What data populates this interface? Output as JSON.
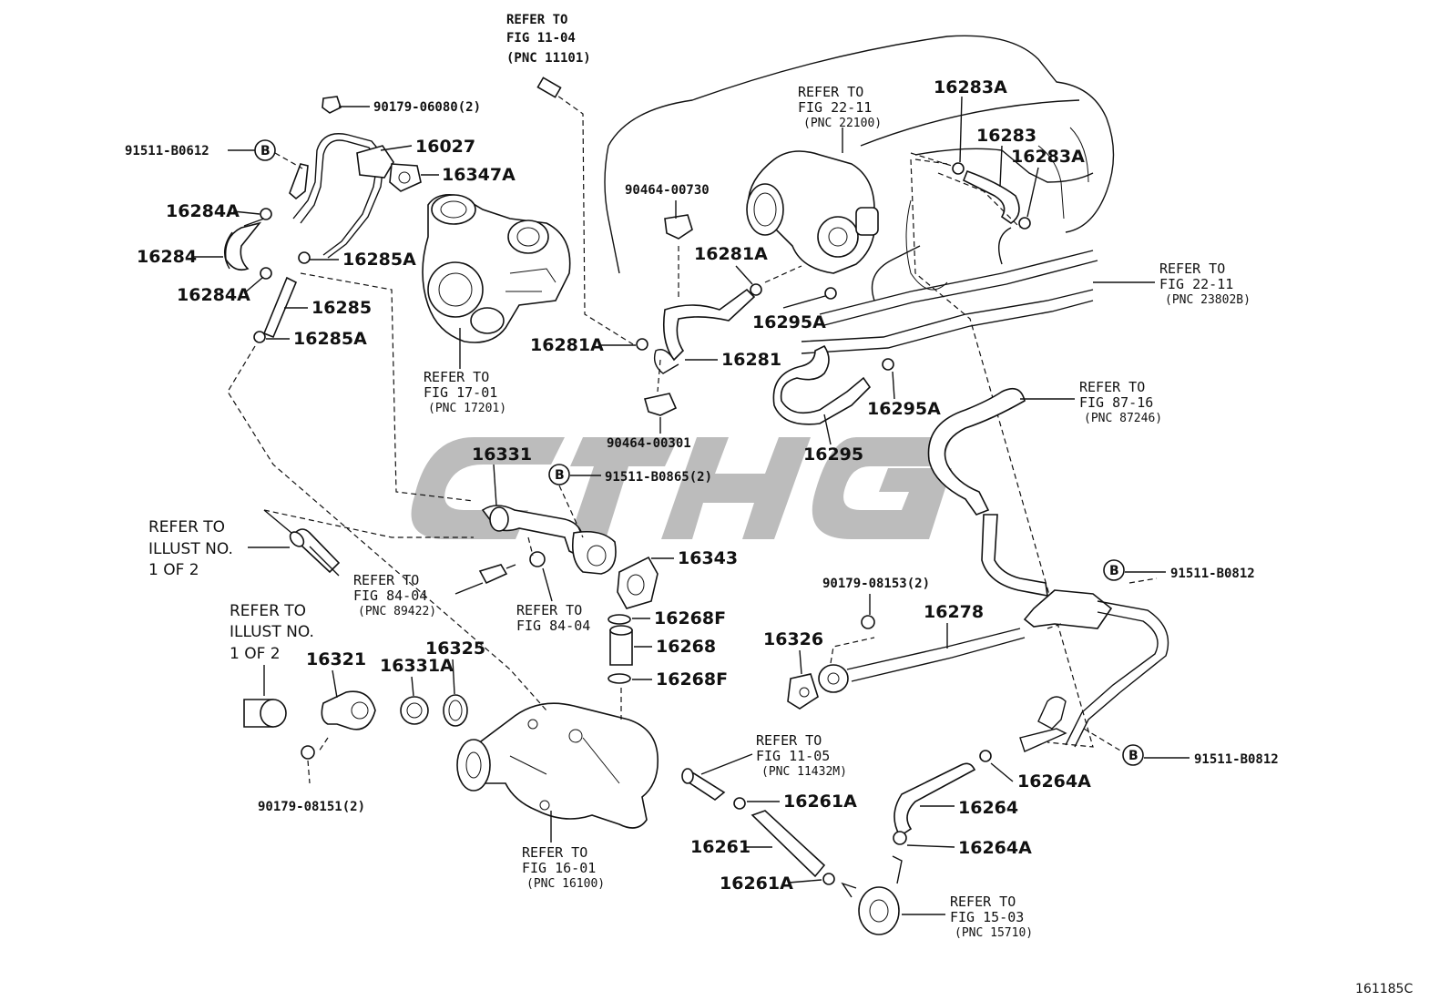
{
  "parts": {
    "p16027": "16027",
    "p16347A": "16347A",
    "p16284A_top": "16284A",
    "p16284": "16284",
    "p16284A_bot": "16284A",
    "p16285A_top": "16285A",
    "p16285": "16285",
    "p16285A_bot": "16285A",
    "p16283A_top": "16283A",
    "p16283": "16283",
    "p16283A_right": "16283A",
    "p16281A_top": "16281A",
    "p16281A_left": "16281A",
    "p16281": "16281",
    "p16295A_top": "16295A",
    "p16295A_bot": "16295A",
    "p16295": "16295",
    "p16331": "16331",
    "p16343": "16343",
    "p16268F_top": "16268F",
    "p16268": "16268",
    "p16268F_bot": "16268F",
    "p16321": "16321",
    "p16331A": "16331A",
    "p16325": "16325",
    "p16326": "16326",
    "p16278": "16278",
    "p16264A_top": "16264A",
    "p16264": "16264",
    "p16264A_bot": "16264A",
    "p16261A_top": "16261A",
    "p16261": "16261",
    "p16261A_bot": "16261A"
  },
  "fasteners": {
    "f90179_06080": "90179-06080(2)",
    "f91511_B0612": "91511-B0612",
    "f90464_00730": "90464-00730",
    "f90464_00301": "90464-00301",
    "f91511_B0865": "91511-B0865(2)",
    "f90179_08153": "90179-08153(2)",
    "f91511_B0812_top": "91511-B0812",
    "f91511_B0812_bot": "91511-B0812",
    "f90179_08151": "90179-08151(2)",
    "bolt_symbol": "B"
  },
  "references": {
    "r11_04": {
      "l1": "REFER TO",
      "l2": "FIG 11-04",
      "l3": "(PNC 11101)"
    },
    "r22_11a": {
      "l1": "REFER TO",
      "l2": "FIG 22-11",
      "l3": "(PNC 22100)"
    },
    "r17_01": {
      "l1": "REFER TO",
      "l2": "FIG 17-01",
      "l3": "(PNC 17201)"
    },
    "r22_11b": {
      "l1": "REFER TO",
      "l2": "FIG 22-11",
      "l3": "(PNC 23802B)"
    },
    "r87_16": {
      "l1": "REFER TO",
      "l2": "FIG 87-16",
      "l3": "(PNC 87246)"
    },
    "r84_04a": {
      "l1": "REFER TO",
      "l2": "FIG 84-04",
      "l3": "(PNC 89422)"
    },
    "r84_04b": {
      "l1": "REFER TO",
      "l2": "FIG 84-04"
    },
    "r11_05": {
      "l1": "REFER TO",
      "l2": "FIG 11-05",
      "l3": "(PNC 11432M)"
    },
    "r16_01": {
      "l1": "REFER TO",
      "l2": "FIG 16-01",
      "l3": "(PNC 16100)"
    },
    "r15_03": {
      "l1": "REFER TO",
      "l2": "FIG 15-03",
      "l3": "(PNC 15710)"
    },
    "illust_a": {
      "l1": "REFER TO",
      "l2": "ILLUST NO.",
      "l3": "1 OF 2"
    },
    "illust_b": {
      "l1": "REFER TO",
      "l2": "ILLUST NO.",
      "l3": "1 OF 2"
    }
  },
  "drawing_number": "161185C",
  "colors": {
    "line": "#111111",
    "watermark": "#bdbdbd",
    "background": "#ffffff"
  }
}
